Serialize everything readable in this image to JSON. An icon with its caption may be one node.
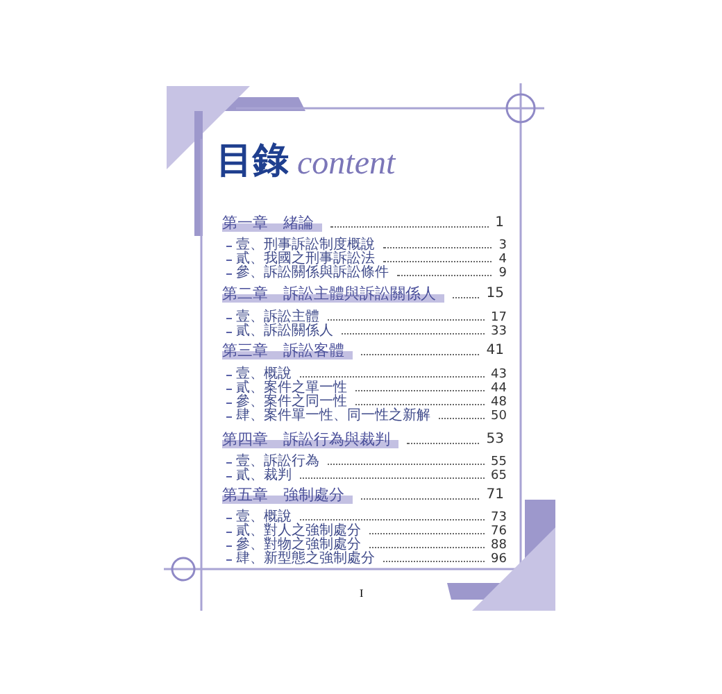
{
  "diagram": {
    "title": "目錄",
    "labels": [
      "content",
      "第一章　緒論",
      "1",
      "壹、刑事訴訟制度概說",
      "3",
      "貳、我國之刑事訴訟法",
      "4",
      "參、訴訟關係與訴訟條件",
      "9",
      "第二章　訴訟主體與訴訟關係人",
      "15",
      "壹、訴訟主體",
      "17",
      "貳、訴訟關係人",
      "33",
      "第三章　訴訟客體",
      "41",
      "壹、概說",
      "43",
      "貳、案件之單一性",
      "44",
      "參、案件之同一性",
      "48",
      "肆、案件單一性、同一性之新解",
      "50",
      "第四章　訴訟行為與裁判",
      "53",
      "壹、訴訟行為",
      "55",
      "貳、裁判",
      "65",
      "第五章　強制處分",
      "71",
      "壹、概說",
      "73",
      "貳、對人之強制處分",
      "76",
      "參、對物之強制處分",
      "88",
      "肆、新型態之強制處分",
      "96",
      "I"
    ]
  }
}
